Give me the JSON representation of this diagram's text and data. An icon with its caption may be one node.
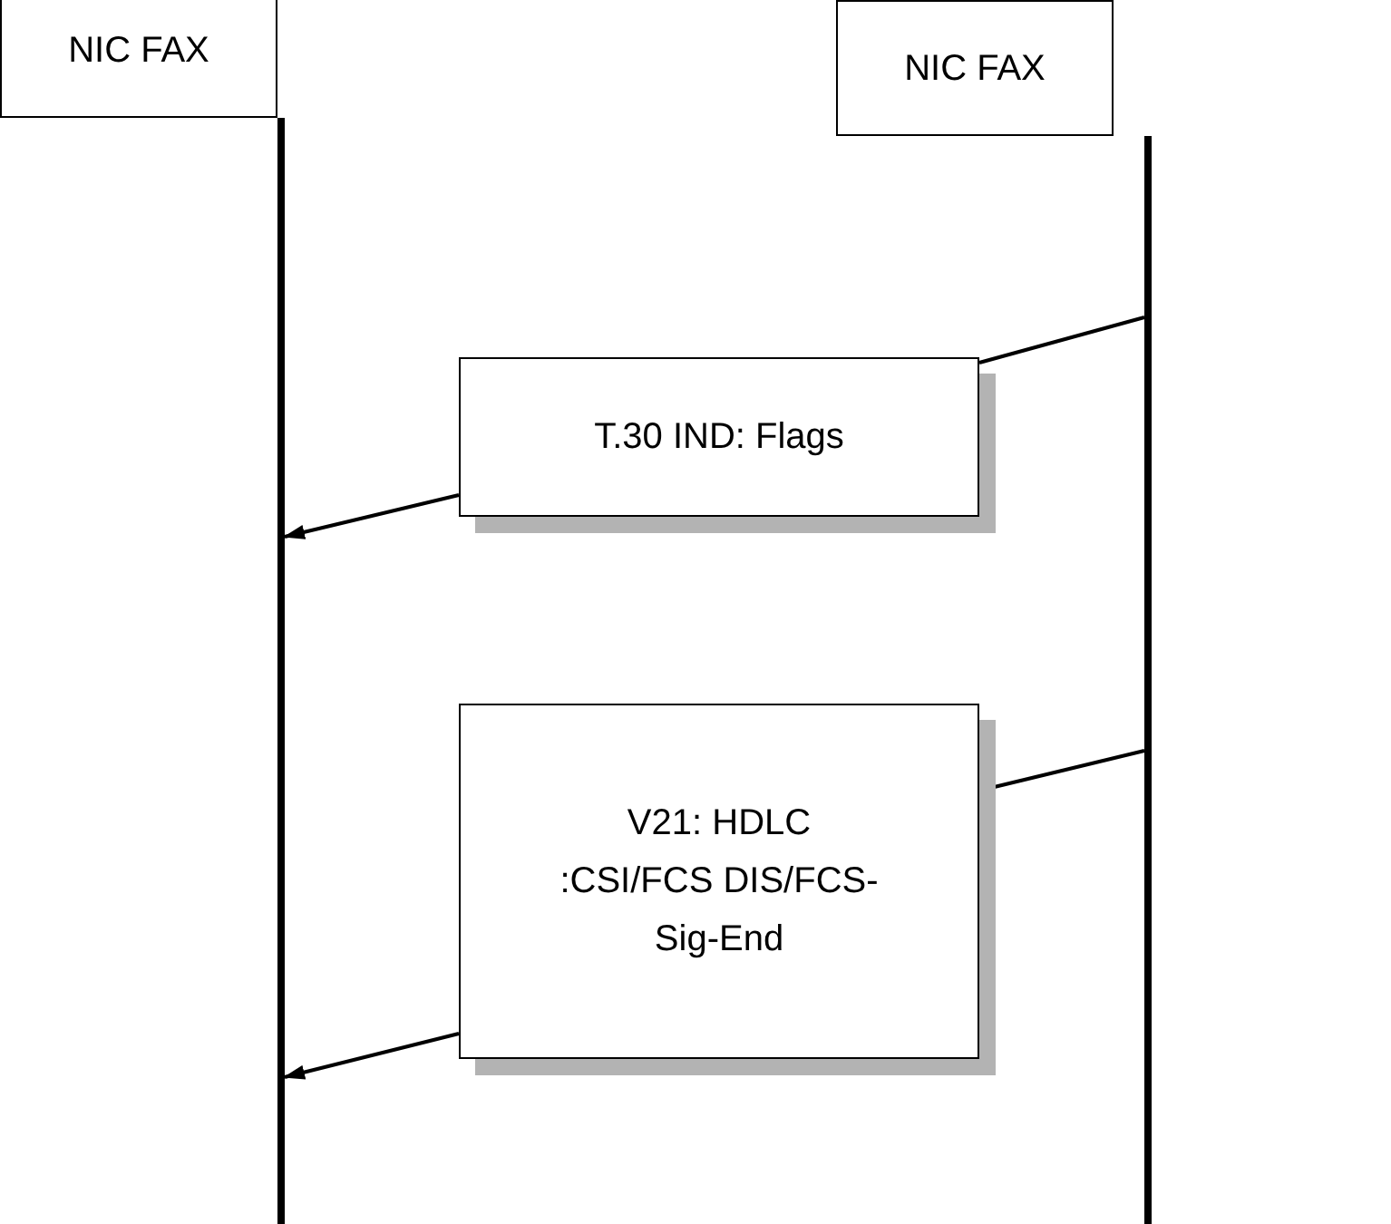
{
  "diagram": {
    "nodes": [
      {
        "text": [
          "NIC FAX"
        ]
      },
      {
        "text": [
          "NIC FAX"
        ]
      },
      {
        "text": [
          "T.30 IND: Flags"
        ]
      },
      {
        "text": [
          "V21: HDLC :CSI/FCS DIS/FCS-Sig-End"
        ]
      },
      {
        "text": [],
        "shape": "bar"
      },
      {
        "text": [],
        "shape": "bar"
      }
    ],
    "edges": [
      {
        "from": 5,
        "to": 2,
        "arrow": "none"
      },
      {
        "from": 2,
        "to": 4,
        "arrow": "to"
      },
      {
        "from": 5,
        "to": 3,
        "arrow": "none"
      },
      {
        "from": 3,
        "to": 4,
        "arrow": "to"
      }
    ]
  }
}
